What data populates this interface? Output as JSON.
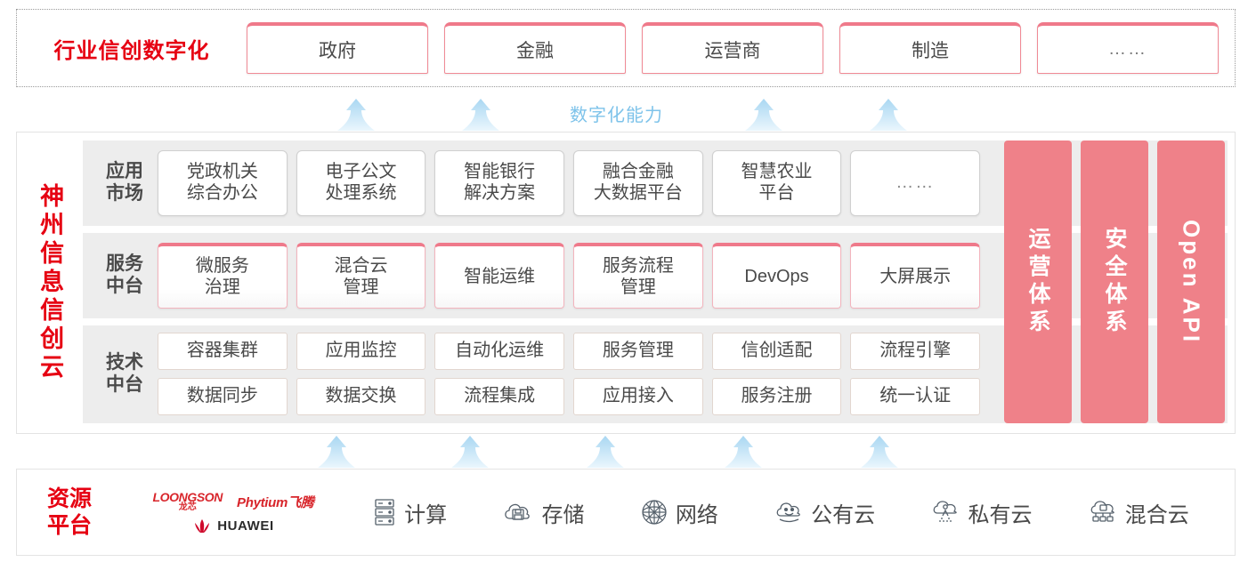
{
  "industry": {
    "title": "行业信创数字化",
    "cards": [
      {
        "label": "政府"
      },
      {
        "label": "金融"
      },
      {
        "label": "运营商"
      },
      {
        "label": "制造"
      },
      {
        "label": "……"
      }
    ]
  },
  "capability": {
    "label": "数字化能力"
  },
  "cloud": {
    "title": "神州信息信创云",
    "layers": [
      {
        "label": "应用\n市场",
        "label_l1": "应用",
        "label_l2": "市场",
        "items": [
          {
            "l1": "党政机关",
            "l2": "综合办公"
          },
          {
            "l1": "电子公文",
            "l2": "处理系统"
          },
          {
            "l1": "智能银行",
            "l2": "解决方案"
          },
          {
            "l1": "融合金融",
            "l2": "大数据平台"
          },
          {
            "l1": "智慧农业",
            "l2": "平台"
          },
          {
            "l1": "……",
            "l2": ""
          }
        ]
      },
      {
        "label_l1": "服务",
        "label_l2": "中台",
        "items": [
          {
            "l1": "微服务",
            "l2": "治理"
          },
          {
            "l1": "混合云",
            "l2": "管理"
          },
          {
            "l1": "智能运维",
            "l2": ""
          },
          {
            "l1": "服务流程",
            "l2": "管理"
          },
          {
            "l1": "DevOps",
            "l2": ""
          },
          {
            "l1": "大屏展示",
            "l2": ""
          }
        ]
      },
      {
        "label_l1": "技术",
        "label_l2": "中台",
        "row1": [
          "容器集群",
          "应用监控",
          "自动化运维",
          "服务管理",
          "信创适配",
          "流程引擎"
        ],
        "row2": [
          "数据同步",
          "数据交换",
          "流程集成",
          "应用接入",
          "服务注册",
          "统一认证"
        ]
      }
    ],
    "side_panels": [
      {
        "label": "运营体系",
        "latin": false
      },
      {
        "label": "安全体系",
        "latin": false
      },
      {
        "label": "Open API",
        "latin": true
      }
    ]
  },
  "resource": {
    "title_l1": "资源",
    "title_l2": "平台",
    "vendors": [
      {
        "name": "LOONGSON",
        "cn": "龙芯"
      },
      {
        "name": "Phytium飞腾"
      },
      {
        "name": "HUAWEI"
      }
    ],
    "items": [
      {
        "label": "计算",
        "icon": "server-icon"
      },
      {
        "label": "存储",
        "icon": "cloud-storage-icon"
      },
      {
        "label": "网络",
        "icon": "network-mesh-icon"
      },
      {
        "label": "公有云",
        "icon": "public-cloud-icon"
      },
      {
        "label": "私有云",
        "icon": "private-cloud-icon"
      },
      {
        "label": "混合云",
        "icon": "hybrid-cloud-icon"
      }
    ]
  },
  "colors": {
    "brand_red": "#e60012",
    "pink_panel": "#ef8189",
    "card_border_pink": "#ef798a",
    "arrow_blue": "#bfe0f5",
    "capability_text": "#7ec3ea",
    "layer_bg": "#ededed"
  }
}
